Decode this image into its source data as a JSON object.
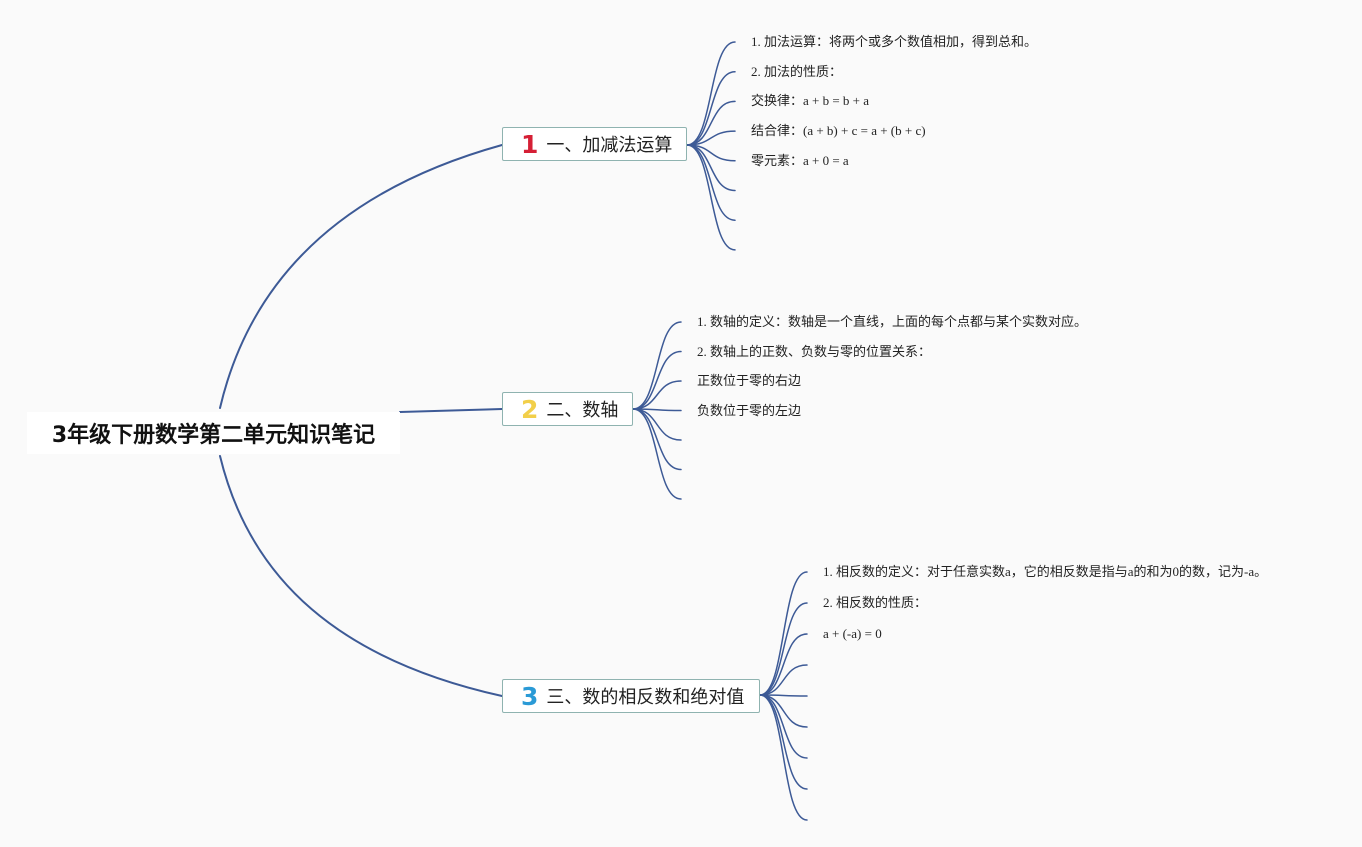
{
  "root": {
    "title": "3年级下册数学第二单元知识笔记"
  },
  "branches": [
    {
      "number": "1",
      "color": "#d51f35",
      "title": "一、加减法运算",
      "leaves": [
        "1. 加法运算：将两个或多个数值相加，得到总和。",
        "2. 加法的性质：",
        "交换律：a + b = b + a",
        "结合律：(a + b) + c = a + (b + c)",
        "零元素：a + 0 = a",
        "",
        "",
        ""
      ]
    },
    {
      "number": "2",
      "color": "#f2cf4a",
      "title": "二、数轴",
      "leaves": [
        "1. 数轴的定义：数轴是一个直线，上面的每个点都与某个实数对应。",
        "2. 数轴上的正数、负数与零的位置关系：",
        "正数位于零的右边",
        "负数位于零的左边",
        "",
        "",
        ""
      ]
    },
    {
      "number": "3",
      "color": "#2a9ad6",
      "title": "三、数的相反数和绝对值",
      "leaves": [
        "1. 相反数的定义：对于任意实数a，它的相反数是指与a的和为0的数，记为-a。",
        "2. 相反数的性质：",
        "a + (-a) = 0",
        "",
        "",
        "",
        "",
        "",
        ""
      ]
    }
  ],
  "colors": {
    "connector": "#3d5a96",
    "branch_border": "#8fb3b0"
  }
}
